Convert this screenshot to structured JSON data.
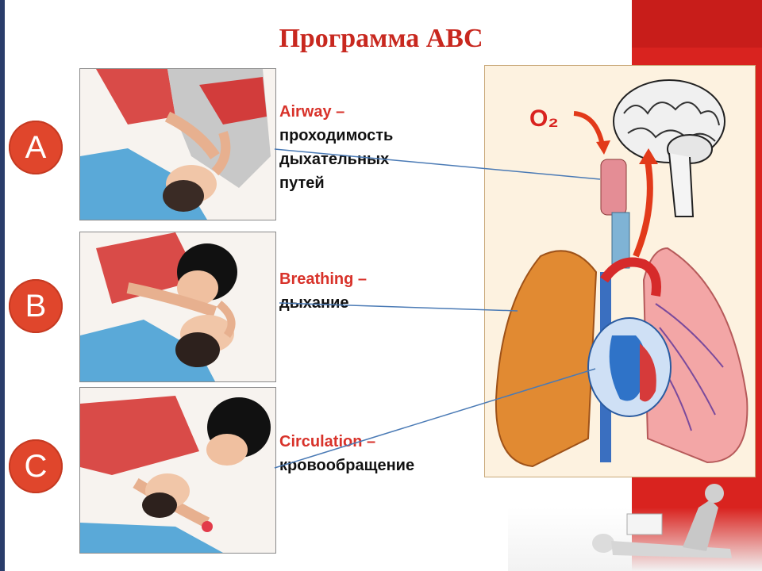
{
  "slide": {
    "title": "Программа АВС"
  },
  "steps": [
    {
      "letter": "A",
      "title": "Airway –",
      "lines": [
        "проходимость",
        "дыхательных",
        "путей"
      ]
    },
    {
      "letter": "B",
      "title": "Breathing –",
      "lines": [
        "дыхание"
      ]
    },
    {
      "letter": "C",
      "title": "Circulation –",
      "lines": [
        "кровообращение"
      ]
    }
  ],
  "anatomy": {
    "o2_label": "O₂"
  },
  "colors": {
    "accent_red": "#d8322a",
    "badge": "#e0462c",
    "band": "#d9231f"
  }
}
